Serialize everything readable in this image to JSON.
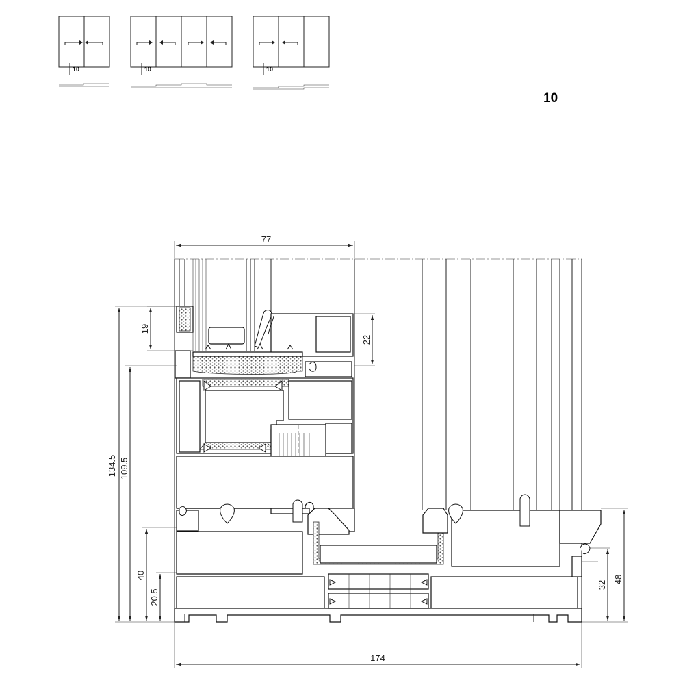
{
  "sheet": {
    "number": "10",
    "schemes": [
      {
        "name": "scheme-2-panel",
        "label": "10",
        "arrows": [
          "right",
          "left"
        ]
      },
      {
        "name": "scheme-4-panel",
        "label": "10",
        "arrows": [
          "right",
          "left",
          "right",
          "left"
        ]
      },
      {
        "name": "scheme-3-panel",
        "label": "10",
        "arrows": [
          "right",
          "left"
        ]
      }
    ]
  },
  "dimensions": {
    "top_width": "77",
    "bottom_width": "174",
    "upper_rebate": "19",
    "upper_right": "22",
    "total_height": "134.5",
    "sash_height": "109.5",
    "sill_upper": "40",
    "sill_lower": "20.5",
    "right_32": "32",
    "right_48": "48"
  }
}
